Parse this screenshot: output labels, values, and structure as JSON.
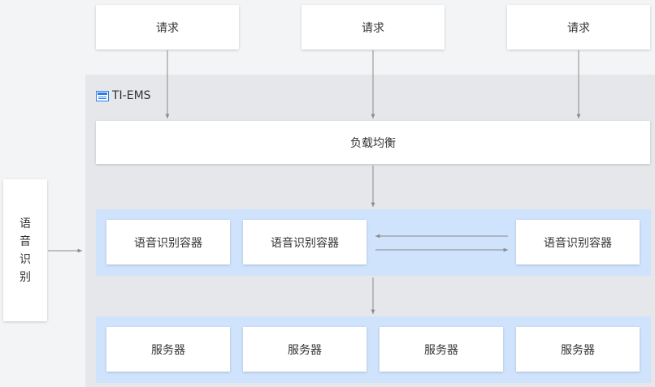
{
  "requests": [
    "请求",
    "请求",
    "请求"
  ],
  "brand": {
    "name": "TI-EMS",
    "logo_icon": "ti-ems-logo-icon"
  },
  "load_balancer": "负载均衡",
  "side_box": {
    "chars": [
      "语",
      "音",
      "识",
      "别"
    ]
  },
  "containers": [
    "语音识别容器",
    "语音识别容器",
    "语音识别容器"
  ],
  "servers": [
    "服务器",
    "服务器",
    "服务器",
    "服务器"
  ],
  "colors": {
    "panel": "#e6e7ea",
    "band": "#d0e3fc",
    "arrow": "#8a8a8a",
    "brand": "#2a7fe8"
  }
}
